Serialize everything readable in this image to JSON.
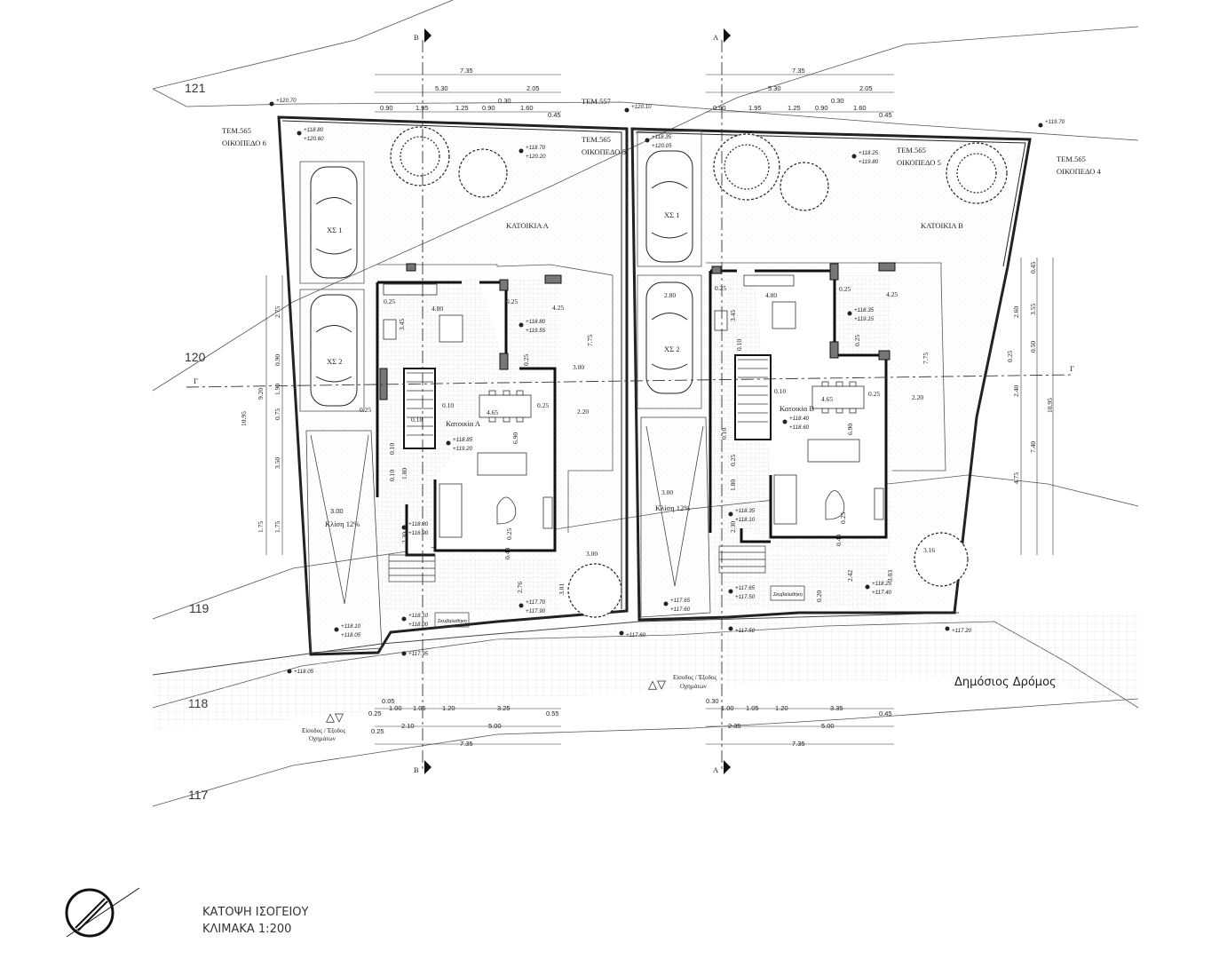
{
  "contours": [
    "121",
    "120",
    "119",
    "118",
    "117"
  ],
  "neighbors": {
    "top_left": "ΤΕΜ.557",
    "left_lot": [
      "ΤΕΜ.565",
      "ΟΙΚΟΠΕΔΟ 6"
    ],
    "middle_lot_a": [
      "ΤΕΜ.565",
      "ΟΙΚΟΠΕΔΟ 5"
    ],
    "middle_lot_b": [
      "ΤΕΜ.565",
      "ΟΙΚΟΠΕΔΟ 5"
    ],
    "right_lot": [
      "ΤΕΜ.565",
      "ΟΙΚΟΠΕΔΟ 4"
    ]
  },
  "houses": {
    "a": {
      "yard": "ΚΑΤΟΙΚΙΑ Α",
      "room": "Κατοικία Α",
      "ramp": "Κλίση 12%",
      "parking": [
        "ΧΣ 1",
        "ΧΣ 2"
      ],
      "entry": [
        "Είσοδος / Έξοδος",
        "Οχημάτων"
      ],
      "bins": "Σκυβαλοθήκη"
    },
    "b": {
      "yard": "ΚΑΤΟΙΚΙΑ Β",
      "room": "Κατοικία Β",
      "ramp": "Κλίση 12%",
      "parking": [
        "ΧΣ 1",
        "ΧΣ 2"
      ],
      "entry": [
        "Είσοδος / Έξοδος",
        "Οχημάτων"
      ],
      "bins": "Σκυβαλοθήκη"
    }
  },
  "road": "Δημόσιος Δρόμος",
  "section_marks": {
    "b": "Β",
    "a": "Α",
    "g": "Γ"
  },
  "dims": {
    "a_top_total": "7.35",
    "a_top_row2": [
      "5.30",
      "2.05"
    ],
    "a_top_row3": [
      "0.90",
      "1.95",
      "1.25",
      "0.90",
      "1.60"
    ],
    "a_top_extra": [
      "0.30",
      "0.45"
    ],
    "b_top_total": "7.35",
    "b_top_row2": [
      "5.30",
      "2.05"
    ],
    "b_top_row3": [
      "0.90",
      "1.95",
      "1.25",
      "0.90",
      "1.60"
    ],
    "b_top_extra": [
      "0.30",
      "0.45"
    ],
    "a_bot_row1": [
      "0.05",
      "1.00",
      "1.05",
      "1.20",
      "3.25",
      "0.55",
      "0.25"
    ],
    "a_bot_row2": [
      "2.10",
      "5.00",
      "0.25"
    ],
    "a_bot_total": "7.35",
    "b_bot_row1": [
      "0.30",
      "1.00",
      "1.05",
      "1.20",
      "3.35",
      "0.45"
    ],
    "b_bot_row2": [
      "2.35",
      "5.00"
    ],
    "b_bot_total": "7.35",
    "left_vert": [
      "10.95",
      "9.20",
      "2.75",
      "0.90",
      "1.90",
      "0.75",
      "3.50",
      "1.75",
      "1.75"
    ],
    "right_vert": [
      "10.95",
      "7.40",
      "4.75",
      "3.55",
      "2.60",
      "2.40",
      "0.45",
      "0.50",
      "0.25"
    ],
    "a_inner": [
      "4.80",
      "0.25",
      "3.45",
      "4.25",
      "0.25",
      "7.75",
      "3.00",
      "0.25",
      "4.65",
      "2.20",
      "6.90",
      "0.10",
      "0.10",
      "0.25",
      "0.40",
      "2.76",
      "3.01",
      "3.00",
      "1.80",
      "2.30",
      "0.25",
      "0.10",
      "0.25",
      "0.18"
    ],
    "b_inner": [
      "2.80",
      "4.80",
      "0.25",
      "3.45",
      "4.25",
      "0.25",
      "7.75",
      "0.10",
      "0.25",
      "4.65",
      "0.25",
      "2.20",
      "6.90",
      "0.25",
      "0.40",
      "2.42",
      "3.03",
      "0.20",
      "3.16",
      "1.80",
      "2.30",
      "0.10",
      "0.10",
      "0.25",
      "3.00"
    ]
  },
  "levels": {
    "l1": [
      "+120.70"
    ],
    "l2": [
      "+120.10"
    ],
    "l3": [
      "+119.70"
    ],
    "l4": [
      "+118.80",
      "+120.60"
    ],
    "l5": [
      "+118.70",
      "+120.20"
    ],
    "l6": [
      "+118.35",
      "+120.05"
    ],
    "l7": [
      "+118.25",
      "+119.80"
    ],
    "l8": [
      "+118.80",
      "+119.55"
    ],
    "l9": [
      "+118.35",
      "+119.15"
    ],
    "l10": [
      "+118.85",
      "+119.20"
    ],
    "l11": [
      "+118.40",
      "+118.60"
    ],
    "l12": [
      "+118.80",
      "+116.90"
    ],
    "l13": [
      "+118.35",
      "+118.10"
    ],
    "l14": [
      "+117.70",
      "+117.90"
    ],
    "l15": [
      "+117.65",
      "+117.50"
    ],
    "l16": [
      "+117.65",
      "+117.60"
    ],
    "l17": [
      "+118.25",
      "+117.40"
    ],
    "l18": [
      "+118.10",
      "+118.00"
    ],
    "l19": [
      "+118.10",
      "+118.05"
    ],
    "l20": [
      "+117.95"
    ],
    "l21": [
      "+118.05"
    ],
    "l22": [
      "+117.60"
    ],
    "l23": [
      "+117.50"
    ],
    "l24": [
      "+117.20"
    ]
  },
  "title": [
    "ΚΑΤΟΨΗ ΙΣΟΓΕΙΟΥ",
    "ΚΛΙΜΑΚΑ 1:200"
  ]
}
